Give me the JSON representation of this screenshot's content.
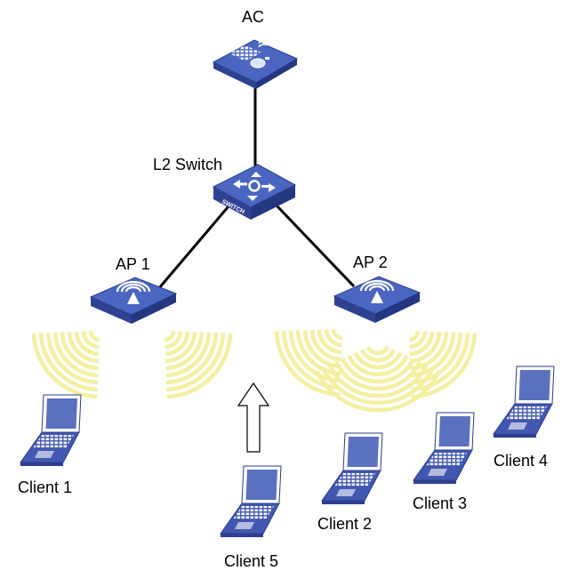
{
  "nodes": {
    "ac": "AC",
    "switch": "L2 Switch",
    "switch_face": "SWITCH",
    "ap1": "AP 1",
    "ap2": "AP 2",
    "client1": "Client 1",
    "client2": "Client 2",
    "client3": "Client 3",
    "client4": "Client 4",
    "client5": "Client 5"
  },
  "colors": {
    "device_top": "#3f5fb8",
    "device_side": "#2a3f8a",
    "link": "#000000",
    "signal": "#f3f0a2",
    "laptop_screen": "#5a6fbe",
    "laptop_body": "#4258b0"
  },
  "icons": {
    "ac": "access-controller-icon",
    "switch": "l2-switch-icon",
    "ap": "wireless-access-point-icon",
    "client": "laptop-icon",
    "move": "up-arrow-icon"
  }
}
